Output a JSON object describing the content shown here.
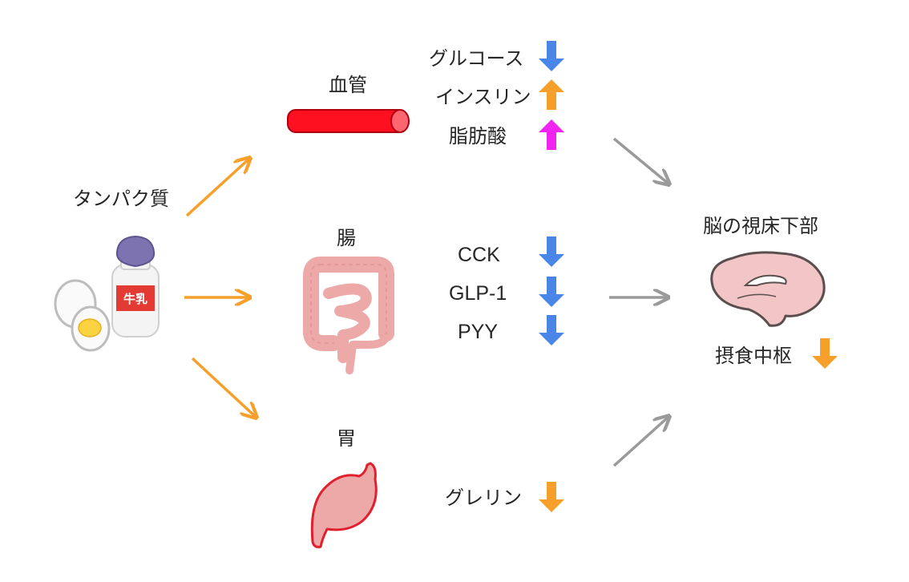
{
  "source": {
    "label": "タンパク質"
  },
  "organs": {
    "blood_vessel": {
      "label": "血管"
    },
    "intestine": {
      "label": "腸"
    },
    "stomach": {
      "label": "胃"
    },
    "milk_label": "牛乳"
  },
  "signals": {
    "blood": [
      {
        "label": "グルコース",
        "direction": "down",
        "color": "#4a86e8"
      },
      {
        "label": "インスリン",
        "direction": "up",
        "color": "#f6a02b"
      },
      {
        "label": "脂肪酸",
        "direction": "up",
        "color": "#f025f0"
      }
    ],
    "gut": [
      {
        "label": "CCK",
        "direction": "down",
        "color": "#4a86e8"
      },
      {
        "label": "GLP-1",
        "direction": "down",
        "color": "#4a86e8"
      },
      {
        "label": "PYY",
        "direction": "down",
        "color": "#4a86e8"
      }
    ],
    "stomach": [
      {
        "label": "グレリン",
        "direction": "down",
        "color": "#f6a02b"
      }
    ]
  },
  "target": {
    "label": "脳の視床下部",
    "feeding_center": {
      "label": "摂食中枢",
      "direction": "down",
      "color": "#f6a02b"
    }
  },
  "colors": {
    "orange_arrow": "#f6a02b",
    "gray_arrow": "#9a9a9a",
    "vessel_red": "#ff1020",
    "organ_pink": "#eda8a8",
    "brain_pink": "#f2c6c6"
  }
}
